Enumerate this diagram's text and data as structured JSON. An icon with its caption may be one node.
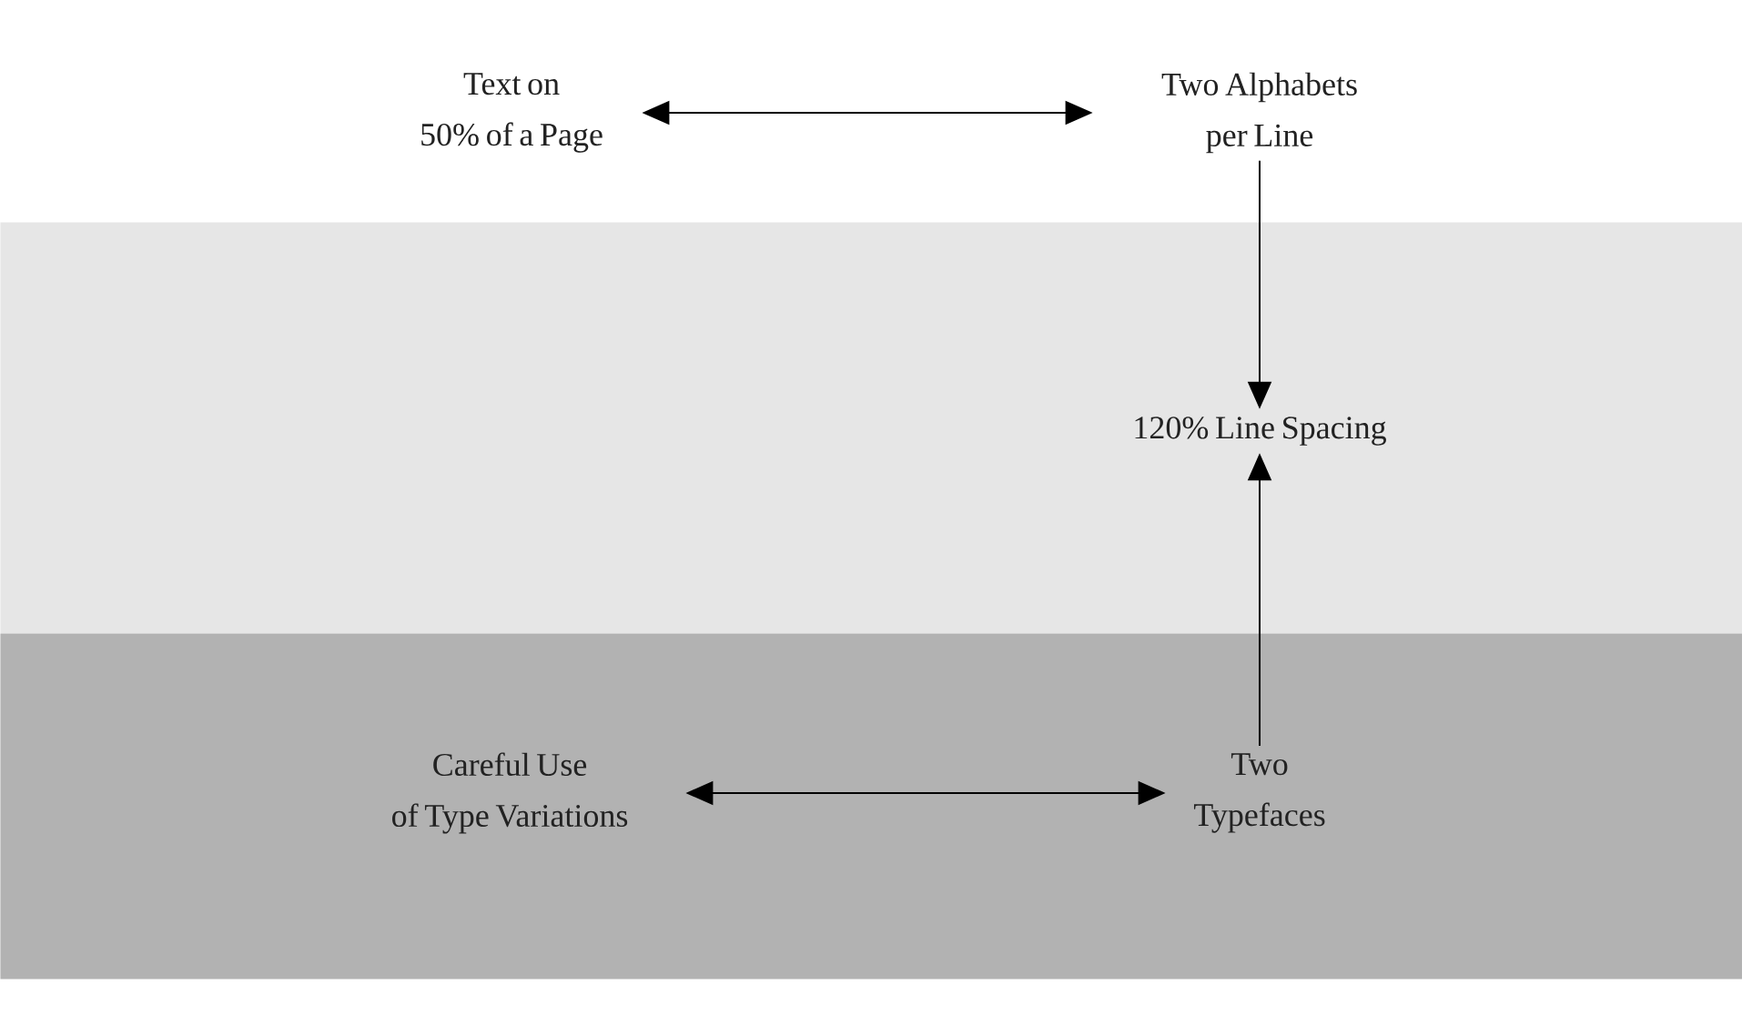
{
  "diagram": {
    "nodes": [
      {
        "text": [
          "Text on 50% of a Page"
        ]
      },
      {
        "text": [
          "Two Alphabets per Line"
        ]
      },
      {
        "text": [],
        "shape": "band"
      },
      {
        "text": [
          "120% Line Spacing"
        ],
        "in": 2
      },
      {
        "text": [],
        "shape": "band"
      },
      {
        "text": [
          "Careful Use of Type Variations"
        ],
        "in": 4
      },
      {
        "text": [
          "Two Typefaces"
        ],
        "in": 4
      }
    ],
    "edges": [
      {
        "from": 0,
        "to": 1,
        "arrow": "both"
      },
      {
        "from": 1,
        "to": 3,
        "arrow": "to"
      },
      {
        "from": 6,
        "to": 3,
        "arrow": "to"
      },
      {
        "from": 5,
        "to": 6,
        "arrow": "both"
      }
    ]
  }
}
